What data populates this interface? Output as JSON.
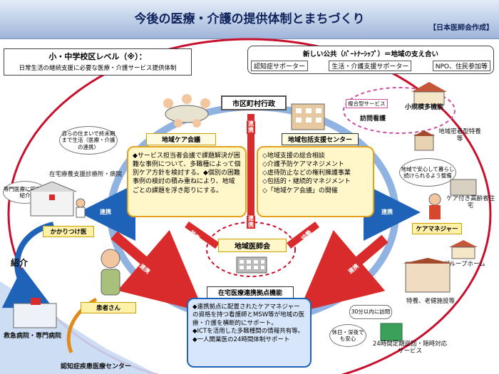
{
  "title": "今後の医療・介護の提供体制とまちづくり",
  "source": "【日本医師会作成】",
  "school_level": {
    "title": "小・中学校区レベル（※）：",
    "subtitle": "日常生活の継続支援に必要な医療・介護サービス提供体制"
  },
  "new_public": {
    "title": "新しい公共（ﾊﾟｰﾄﾅｰｼｯﾌﾟ）＝地域の支え合い",
    "items": [
      "認知症サポーター",
      "生活・介護支援サポーター",
      "NPO、住民参加等"
    ]
  },
  "city_admin": "市区町村行政",
  "community_meeting": {
    "header": "地域ケア会議",
    "text": "◆サービス担当者会議で課題解決が困難な事例について、多職種によって個別ケア方針を検討する。◆個別の困難事例の検討の積み重ねにより、地域ごとの課題を浮き彫りにする。"
  },
  "support_center": {
    "header": "地域包括支援センター",
    "items": [
      "◇地域支援の総合相談",
      "◇介護予防ケアマネジメント",
      "◇虐待防止などの権利擁護事業",
      "◇包括的・継続的マネジメント",
      "◇「地域ケア会議」の開催"
    ]
  },
  "medical_association": "地域医師会",
  "home_care_base": {
    "header": "在宅医療連携拠点機能",
    "items": [
      "◆連携拠点に配置されたケアマネジャーの資格を持つ看護師とMSW等が地域の医療・介護を横断的にサポート。",
      "◆ICTを活用した多職種間の情報共有等。",
      "◆一人開業医の24時間体制サポート"
    ]
  },
  "links": {
    "renkei": "連携",
    "kyogi": "協働",
    "shokai": "紹介"
  },
  "left": {
    "home_note": "自らの住まいで終末期まで生活（医療・介護の連携）",
    "clinic": "在宅療養支援診療所・病院",
    "specialist_note": "専門医療に円滑に紹介",
    "family_doctor": "かかりつけ医",
    "patient": "患者さん",
    "hospital": "救急病院・専門病院",
    "center": "認知症疾患医療センター"
  },
  "right": {
    "combined_service": "複合型サービス",
    "small_multi": "小規模多機能",
    "home_nursing": "訪問看護",
    "community_facility": "地域密着型特養等",
    "live_safely": "地域で安心して暮らし続けられるよう整備",
    "care_housing": "ケア付き高齢者住宅",
    "care_manager": "ケアマネジャー",
    "group_home": "グループホーム",
    "nursing_facilities": "特養、老健施設等",
    "thirty_min": "30分以内に訪問",
    "holiday_note": "休日・深夜でも安心",
    "patrol": "24時間定期巡回・随時対応サービス"
  },
  "colors": {
    "arrow_red": "#d92b2b",
    "arrow_blue": "#1e63b8",
    "ring_red": "#c8102e",
    "box_yellow": "#fff6c9"
  }
}
